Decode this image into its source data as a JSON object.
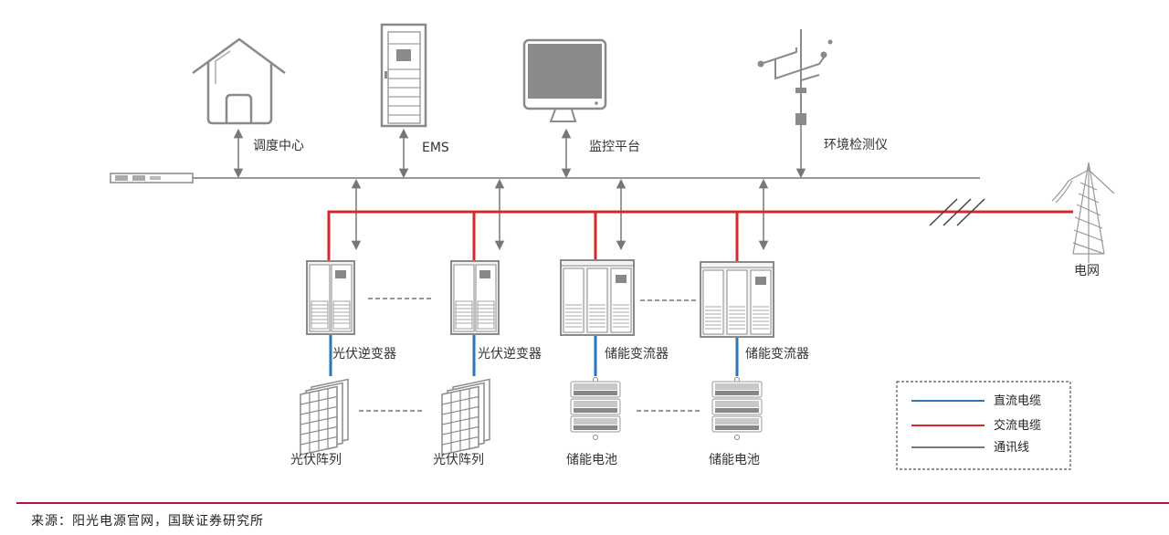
{
  "diagram": {
    "top_nodes": {
      "dispatch_center": "调度中心",
      "ems": "EMS",
      "monitoring_platform": "监控平台",
      "env_monitor": "环境检测仪"
    },
    "grid": "电网",
    "units": [
      {
        "converter": "光伏逆变器",
        "source": "光伏阵列",
        "kind": "pv"
      },
      {
        "converter": "光伏逆变器",
        "source": "光伏阵列",
        "kind": "pv"
      },
      {
        "converter": "储能变流器",
        "source": "储能电池",
        "kind": "storage"
      },
      {
        "converter": "储能变流器",
        "source": "储能电池",
        "kind": "storage"
      }
    ],
    "legend": [
      {
        "label": "直流电缆",
        "color": "#2e75b6"
      },
      {
        "label": "交流电缆",
        "color": "#d42a2a"
      },
      {
        "label": "通讯线",
        "color": "#777777"
      }
    ],
    "colors": {
      "dc": "#2e75b6",
      "ac": "#d42a2a",
      "comm": "#777777",
      "icon": "#8a8a8a",
      "footer_rule": "#b5123e"
    }
  },
  "footer": {
    "source": "来源：阳光电源官网，国联证券研究所"
  }
}
